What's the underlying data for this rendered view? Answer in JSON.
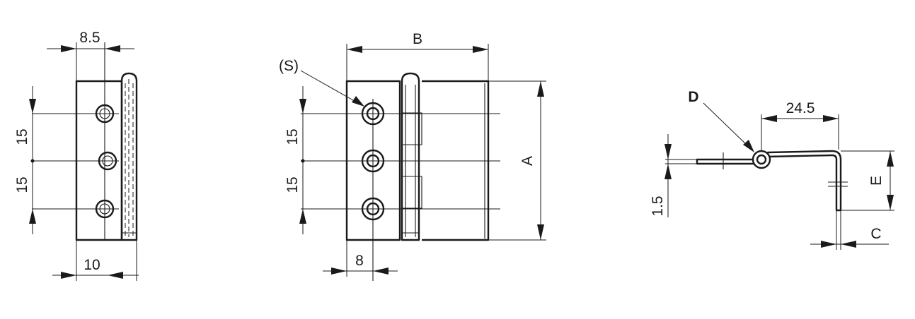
{
  "side_view": {
    "dim_top": "8.5",
    "dim_spacing_upper": "15",
    "dim_spacing_lower": "15",
    "dim_bottom": "10"
  },
  "front_view": {
    "dim_width": "B",
    "screw_label": "(S)",
    "dim_spacing_upper": "15",
    "dim_spacing_lower": "15",
    "dim_height": "A",
    "dim_bottom": "8"
  },
  "profile_view": {
    "pin_label": "D",
    "dim_top": "24.5",
    "dim_thickness": "1.5",
    "dim_leg": "E",
    "dim_offset": "C"
  }
}
